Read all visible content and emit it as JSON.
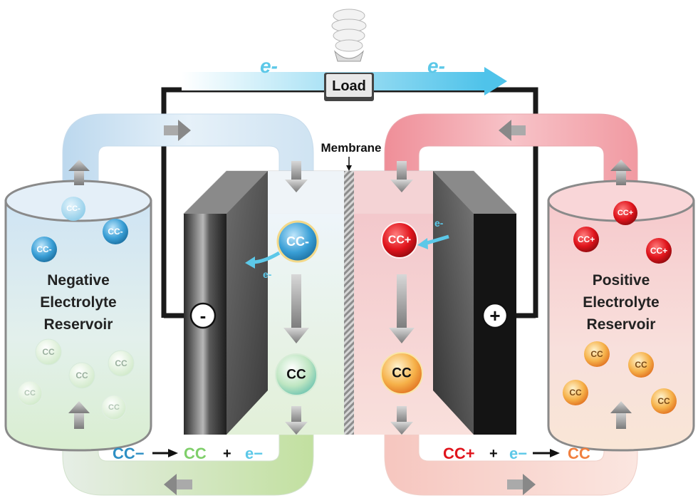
{
  "load_label": "Load",
  "membrane_label": "Membrane",
  "electron_top_left": "e-",
  "electron_top_right": "e-",
  "negative_reservoir": {
    "line1": "Negative",
    "line2": "Electrolyte",
    "line3": "Reservoir"
  },
  "positive_reservoir": {
    "line1": "Positive",
    "line2": "Electrolyte",
    "line3": "Reservoir"
  },
  "electrode_neg_sign": "-",
  "electrode_pos_sign": "+",
  "molecules": {
    "cc_minus": "CC-",
    "cc_plus": "CC+",
    "cc": "CC",
    "electron": "e-"
  },
  "equation_left": {
    "reactant": "CC−",
    "product": "CC",
    "plus": "+",
    "electron": "e−"
  },
  "equation_right": {
    "reactant": "CC+",
    "plus": "+",
    "electron": "e−",
    "product": "CC"
  },
  "colors": {
    "negative_blue": "#2e8fc4",
    "positive_red": "#e0141c",
    "neutral_green": "#7fcf6a",
    "neutral_orange": "#f0a030",
    "electron_cyan": "#5cc8e8",
    "wire": "#1a1a1a"
  }
}
